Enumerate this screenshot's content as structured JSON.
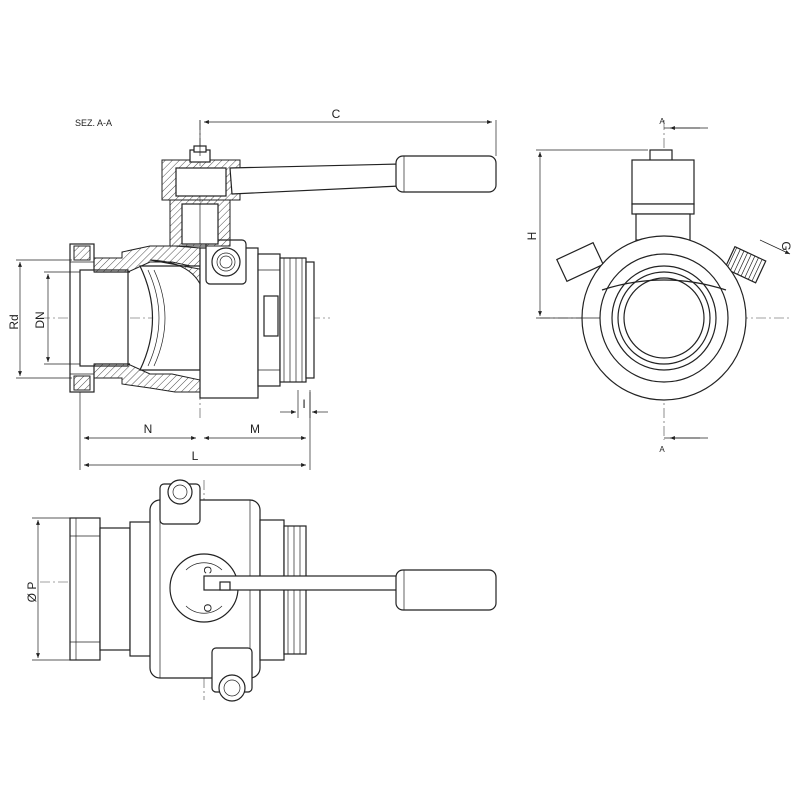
{
  "drawing": {
    "section_title": "SEZ. A-A",
    "dimensions": {
      "C": "C",
      "H": "H",
      "G": "G",
      "Rd": "Rd",
      "DN": "DN",
      "N": "N",
      "M": "M",
      "L": "L",
      "I": "I",
      "P": "Ø P"
    },
    "section_markers": {
      "top": "A",
      "bottom": "A"
    },
    "knob_marks": {
      "closed": "C",
      "open": "O"
    }
  }
}
